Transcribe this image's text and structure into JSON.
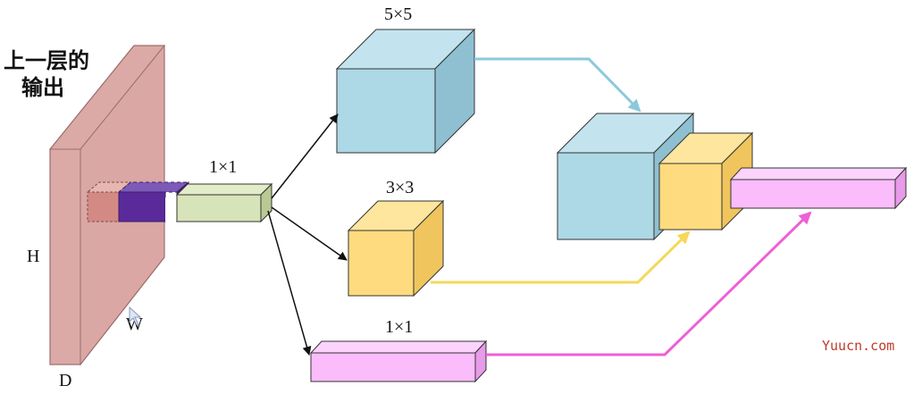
{
  "diagram": {
    "input_label_line1": "上一层的",
    "input_label_line2": "输出",
    "dim_h": "H",
    "dim_w": "W",
    "dim_d": "D",
    "conv1_label": "1×1",
    "branch_5x5_label": "5×5",
    "branch_3x3_label": "3×3",
    "branch_1x1_label": "1×1",
    "watermark": "Yuucn.com"
  },
  "colors": {
    "input_front": "#dba9a6",
    "input_side": "#c98e8b",
    "input_top": "#e6bcb9",
    "input_stroke": "#9b6e6c",
    "conv1_front": "#d7e3b8",
    "blue_front": "#add8e6",
    "blue_side": "#8fc0d2",
    "blue_top": "#c3e4ef",
    "yellow_front": "#fedb7e",
    "yellow_side": "#f1c55d",
    "yellow_top": "#fee69f",
    "pink_front": "#fbbcfb",
    "pink_side": "#e89be8",
    "pink_top": "#fcd3fc",
    "arrow_black": "#111111",
    "arrow_blue": "#8cc8dc",
    "arrow_yellow": "#f6d85a",
    "arrow_pink": "#ef5fd6",
    "purple": "#5a2a9a",
    "watermark": "#c0392b"
  }
}
